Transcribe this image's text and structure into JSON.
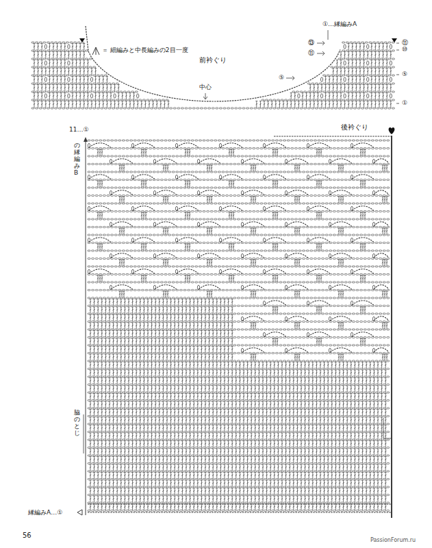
{
  "diagram": {
    "labels": [
      "前衿ぐり",
      "中心",
      "①…縁編みA",
      "⑬",
      "⑪",
      "⑤",
      "⑪",
      "⑩",
      "⑤",
      "①",
      "後衿ぐり",
      "11…①",
      "の縁編みB",
      "脇のとじ",
      "縁編みA…①",
      "56",
      "PassionForum.ru"
    ],
    "legend": [
      {
        "text": "＝ 細編みと中長編みの2目一度"
      }
    ]
  }
}
